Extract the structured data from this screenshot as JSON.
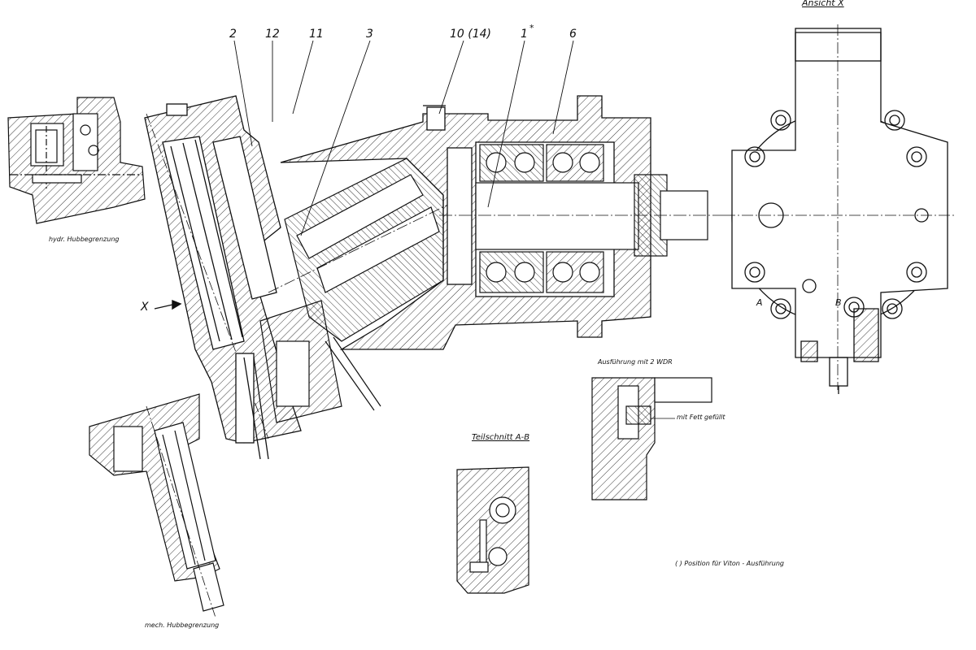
{
  "callouts": [
    "2",
    "12",
    "11",
    "3",
    "10 (14)",
    "1",
    "*",
    "6"
  ],
  "view_x": "Ansicht X",
  "x_marker": "X",
  "section_marks": {
    "a": "A",
    "b": "B"
  },
  "captions": {
    "hydr": "hydr. Hubbegrenzung",
    "mech": "mech. Hubbegrenzung",
    "teilschnitt": "Teilschnitt A-B",
    "ausfuehrung": "Ausführung mit 2 WDR",
    "fett": "mit Fett gefüllt",
    "viton": "( ) Position   für Viton - Ausführung"
  }
}
